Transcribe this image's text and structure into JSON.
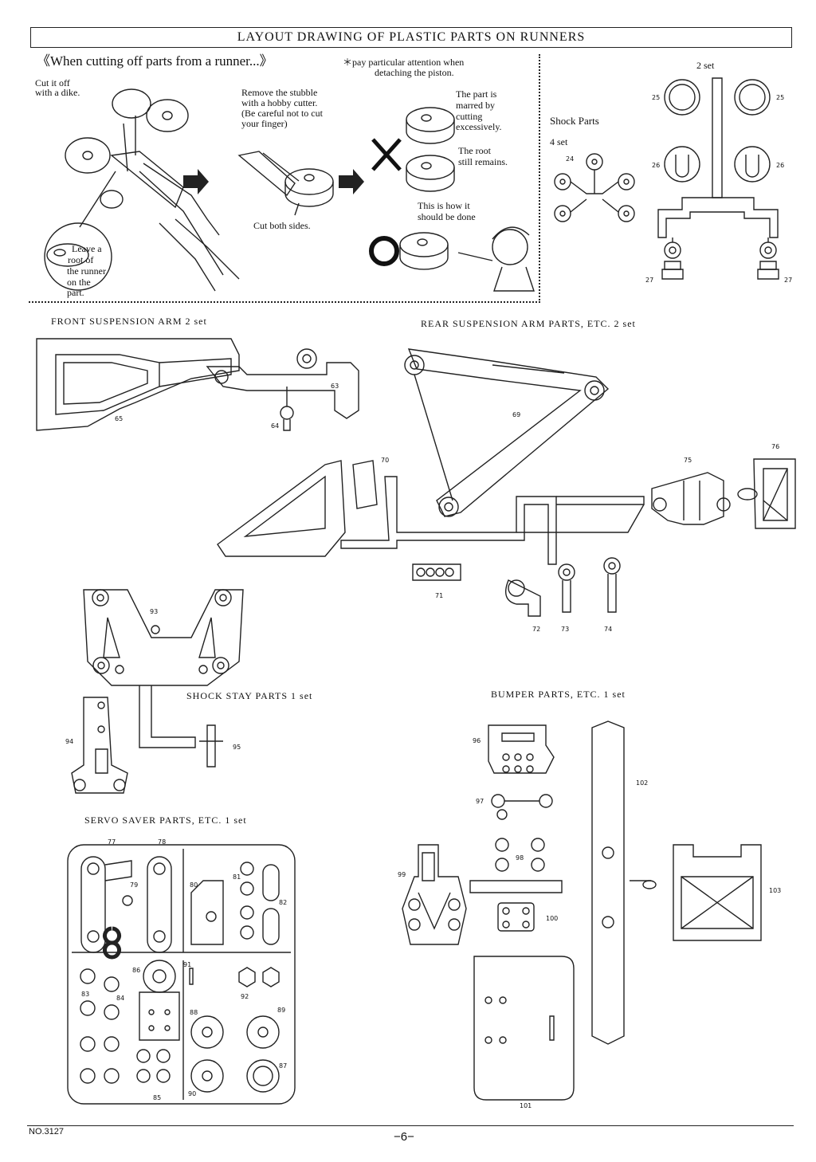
{
  "header": {
    "title": "LAYOUT DRAWING OF PLASTIC PARTS ON RUNNERS"
  },
  "instructions": {
    "heading": "《When cutting off parts from a runner...》",
    "note_line1": "＊pay particular attention when",
    "note_line2": "detaching the piston.",
    "cut_off_1": "Cut it off",
    "cut_off_2": "with a dike.",
    "remove_1": "Remove the stubble",
    "remove_2": "with a hobby cutter.",
    "remove_3": "(Be careful not to cut",
    "remove_4": "your finger)",
    "cut_both": "Cut both sides.",
    "leave_1": "Leave a",
    "leave_2": "root of",
    "leave_3": "the runner",
    "leave_4": "on the",
    "leave_5": "part.",
    "marred_1": "The part is",
    "marred_2": "marred by",
    "marred_3": "cutting",
    "marred_4": "excessively.",
    "root_1": "The root",
    "root_2": "still remains.",
    "how_1": "This is how it",
    "how_2": "should be done"
  },
  "sections": {
    "shock_parts": "Shock Parts",
    "shock_parts_qty": "4 set",
    "shock_right_qty": "2 set",
    "front_arm": "FRONT SUSPENSION ARM 2 set",
    "rear_arm": "REAR SUSPENSION ARM PARTS, ETC. 2 set",
    "shock_stay": "SHOCK STAY PARTS 1 set",
    "bumper": "BUMPER PARTS, ETC. 1 set",
    "servo": "SERVO SAVER PARTS, ETC. 1 set"
  },
  "part_numbers": {
    "p24": "24",
    "p25": "25",
    "p26": "26",
    "p27": "27",
    "p63": "63",
    "p64": "64",
    "p65": "65",
    "p69": "69",
    "p70": "70",
    "p71": "71",
    "p72": "72",
    "p73": "73",
    "p74": "74",
    "p75": "75",
    "p76": "76",
    "p77": "77",
    "p78": "78",
    "p79": "79",
    "p80": "80",
    "p81": "81",
    "p82": "82",
    "p83": "83",
    "p84": "84",
    "p85": "85",
    "p86": "86",
    "p87": "87",
    "p88": "88",
    "p89": "89",
    "p90": "90",
    "p91": "91",
    "p92": "92",
    "p93": "93",
    "p94": "94",
    "p95": "95",
    "p96": "96",
    "p97": "97",
    "p98": "98",
    "p99": "99",
    "p100": "100",
    "p101": "101",
    "p102": "102",
    "p103": "103"
  },
  "footer": {
    "model": "NO.3127",
    "page": "−6−"
  }
}
